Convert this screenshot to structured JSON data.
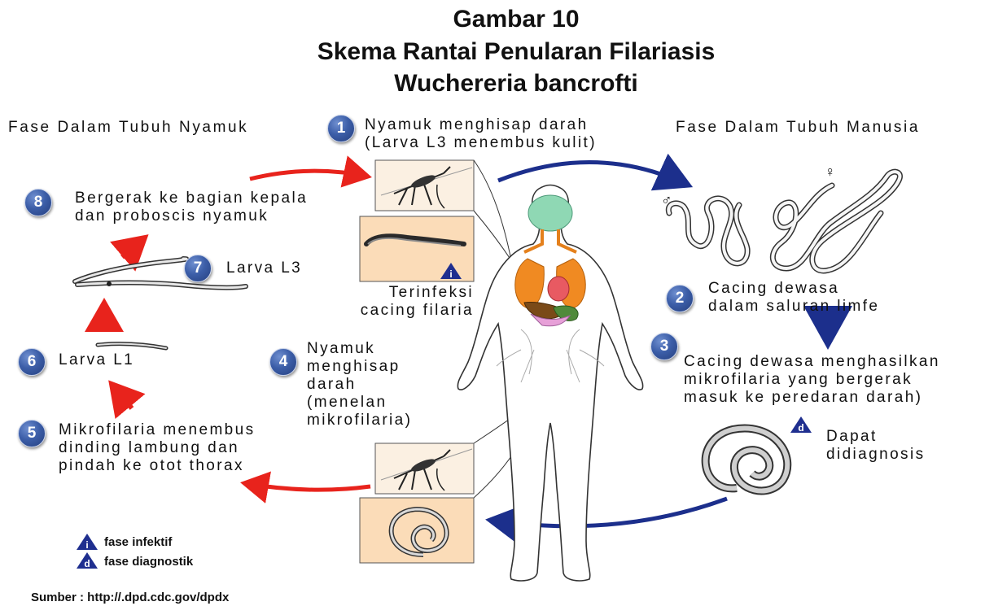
{
  "title": {
    "line1": "Gambar 10",
    "line2": "Skema Rantai Penularan Filariasis",
    "line3": "Wuchereria bancrofti"
  },
  "phases": {
    "mosquito": "Fase Dalam  Tubuh Nyamuk",
    "human": "Fase Dalam  Tubuh Manusia"
  },
  "steps": [
    {
      "number": "1",
      "text": "Nyamuk menghisap darah\n(Larva L3 menembus kulit)"
    },
    {
      "number": "2",
      "text": "Cacing dewasa\ndalam saluran limfe"
    },
    {
      "number": "3",
      "text": "Cacing dewasa menghasilkan\nmikrofilaria yang bergerak\nmasuk ke peredaran darah)"
    },
    {
      "number": "4",
      "text": "Nyamuk\nmenghisap\ndarah\n(menelan\nmikrofilaria)"
    },
    {
      "number": "5",
      "text": "Mikrofilaria menembus\ndinding lambung dan\npindah ke otot thorax"
    },
    {
      "number": "6",
      "text": "Larva L1"
    },
    {
      "number": "7",
      "text": "Larva L3"
    },
    {
      "number": "8",
      "text": "Bergerak ke bagian kepala\ndan proboscis nyamuk"
    }
  ],
  "annotations": {
    "infected": "Terinfeksi\ncacing filaria",
    "diagnosable": "Dapat\ndidiagnosis",
    "male_symbol": "♂",
    "female_symbol": "♀"
  },
  "legend": {
    "infective_letter": "i",
    "infective_label": "fase infektif",
    "diagnostic_letter": "d",
    "diagnostic_label": "fase diagnostik"
  },
  "source": "Sumber : http://.dpd.cdc.gov/dpdx",
  "colors": {
    "badge": "#3c5ea8",
    "arrow_human_phase": "#1c2f8c",
    "arrow_mosquito_phase": "#e8231c",
    "triangle": "#1f2f8f"
  }
}
